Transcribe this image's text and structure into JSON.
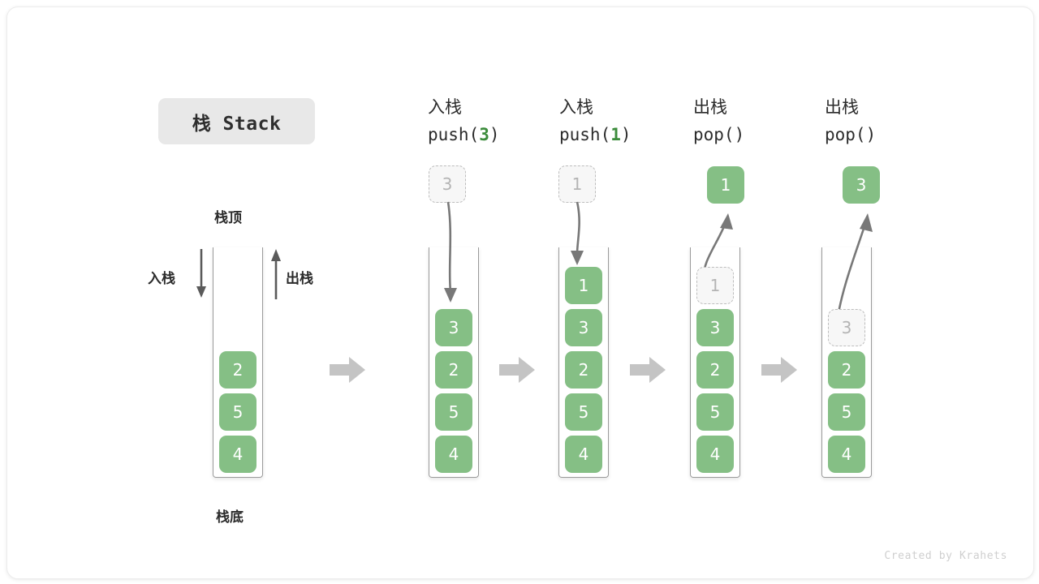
{
  "title": {
    "badge_label": "栈 Stack"
  },
  "legend": {
    "top_label": "栈顶",
    "bottom_label": "栈底",
    "push_label": "入栈",
    "pop_label": "出栈"
  },
  "colors": {
    "element_green": "#85bf85",
    "accent_green": "#3c8c3c",
    "ghost_fill": "#f7f7f7",
    "ghost_border": "#bdbdbd",
    "container_line": "#9a9a9a",
    "step_arrow": "#c4c4c4",
    "badge_bg": "#e8e8e8",
    "text": "#2b2b2b"
  },
  "steps": [
    {
      "id": "initial",
      "head_zh": "",
      "head_fn_prefix": "",
      "head_fn_num": "",
      "head_fn_suffix": "",
      "stack": [
        "2",
        "5",
        "4"
      ],
      "ghost_top": null,
      "popped": null
    },
    {
      "id": "push-3",
      "head_zh": "入栈",
      "head_fn_prefix": "push(",
      "head_fn_num": "3",
      "head_fn_suffix": ")",
      "stack": [
        "3",
        "2",
        "5",
        "4"
      ],
      "ghost_top": "3",
      "popped": null
    },
    {
      "id": "push-1",
      "head_zh": "入栈",
      "head_fn_prefix": "push(",
      "head_fn_num": "1",
      "head_fn_suffix": ")",
      "stack": [
        "1",
        "3",
        "2",
        "5",
        "4"
      ],
      "ghost_top": "1",
      "popped": null
    },
    {
      "id": "pop-1",
      "head_zh": "出栈",
      "head_fn_prefix": "pop(",
      "head_fn_num": "",
      "head_fn_suffix": ")",
      "stack": [
        "3",
        "2",
        "5",
        "4"
      ],
      "ghost_in_stack": "1",
      "popped": "1"
    },
    {
      "id": "pop-3",
      "head_zh": "出栈",
      "head_fn_prefix": "pop(",
      "head_fn_num": "",
      "head_fn_suffix": ")",
      "stack": [
        "2",
        "5",
        "4"
      ],
      "ghost_in_stack": "3",
      "popped": "3"
    }
  ],
  "watermark": "Created by Krahets"
}
